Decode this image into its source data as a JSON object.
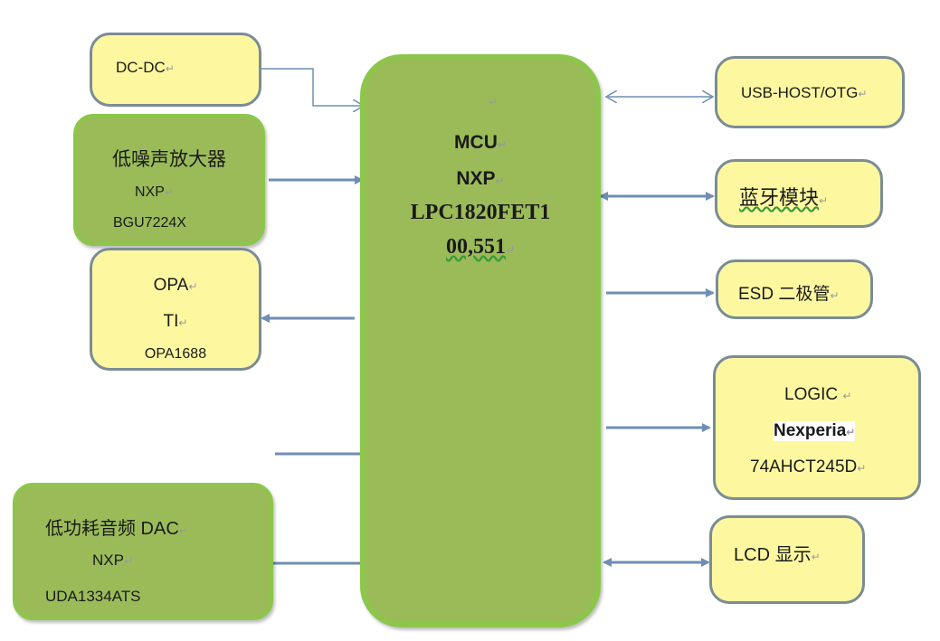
{
  "colors": {
    "yellow_fill": "#fdf8a0",
    "green_fill": "#9bbb59",
    "green_border": "#8cc64a",
    "arrow": "#6f8eb4",
    "box_border": "#7a8c94"
  },
  "mcu": {
    "lines": [
      "MCU",
      "NXP",
      "LPC1820FET1",
      "00,551"
    ]
  },
  "left_blocks": [
    {
      "id": "dcdc",
      "lines": [
        "DC-DC"
      ],
      "style": "yellow",
      "arrow": "to-mcu"
    },
    {
      "id": "lna",
      "lines": [
        "低噪声放大器",
        "NXP",
        "BGU7224X"
      ],
      "style": "green",
      "arrow": "to-mcu"
    },
    {
      "id": "opa",
      "lines": [
        "OPA",
        "TI",
        "OPA1688"
      ],
      "style": "yellow",
      "arrow": "from-mcu"
    },
    {
      "id": "dac",
      "lines": [
        "低功耗音频 DAC",
        "NXP",
        "UDA1334ATS"
      ],
      "style": "green",
      "arrow": "to-mcu"
    }
  ],
  "right_blocks": [
    {
      "id": "usb",
      "lines": [
        "USB-HOST/OTG"
      ],
      "arrow": "bidirectional"
    },
    {
      "id": "bt",
      "lines": [
        "蓝牙模块"
      ],
      "arrow": "bidirectional"
    },
    {
      "id": "esd",
      "lines": [
        "ESD 二极管"
      ],
      "arrow": "from-mcu"
    },
    {
      "id": "logic",
      "lines": [
        "LOGIC",
        "Nexperia",
        "74AHCT245D"
      ],
      "arrow": "from-mcu"
    },
    {
      "id": "lcd",
      "lines": [
        "LCD 显示"
      ],
      "arrow": "bidirectional"
    }
  ],
  "extra_arrows": [
    {
      "id": "unlabeled-input",
      "arrow": "to-mcu"
    }
  ],
  "return_mark": "↵"
}
